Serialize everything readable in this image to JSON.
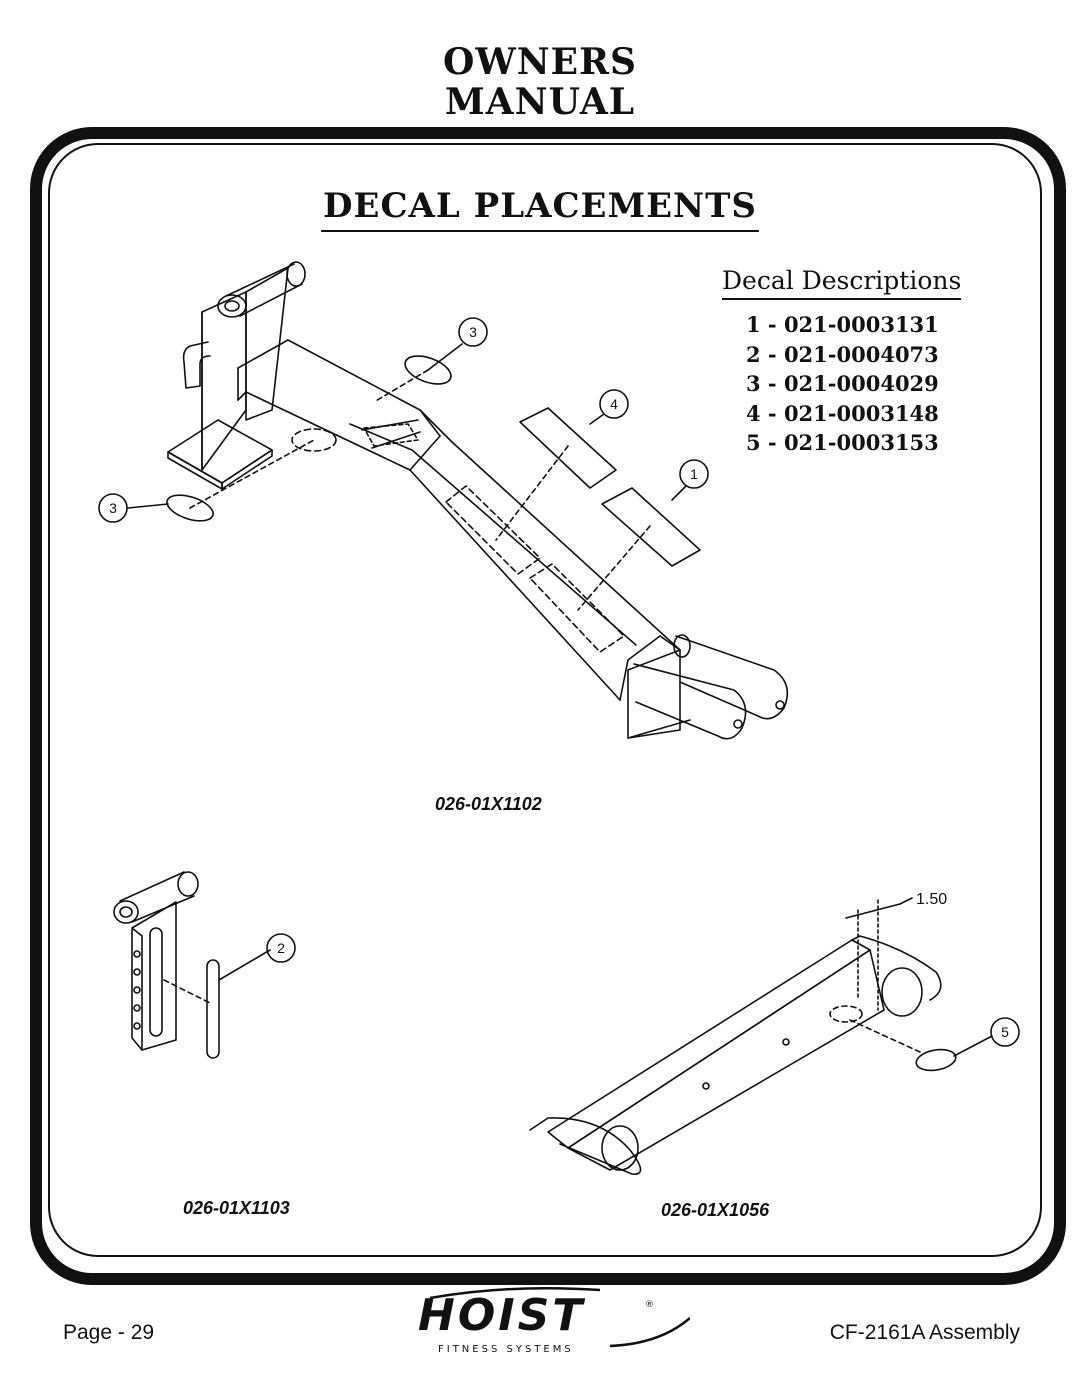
{
  "header": {
    "line1": "OWNERS",
    "line2": "MANUAL"
  },
  "section_title": "DECAL PLACEMENTS",
  "decal_descriptions": {
    "heading": "Decal Descriptions",
    "items": [
      "1 - 021-0003131",
      "2 - 021-0004073",
      "3 - 021-0004029",
      "4 - 021-0003148",
      "5 - 021-0003153"
    ]
  },
  "part_numbers": {
    "main_frame": "026-01X1102",
    "upright": "026-01X1103",
    "base": "026-01X1056"
  },
  "dimension": "1.50",
  "balloons": [
    "1",
    "2",
    "3",
    "4",
    "5"
  ],
  "footer": {
    "page": "Page - 29",
    "model": "CF-2161A Assembly"
  },
  "logo": {
    "brand": "HOIST",
    "sub": "FITNESS SYSTEMS",
    "mark": "®"
  },
  "colors": {
    "ink": "#111111",
    "paper": "#ffffff"
  }
}
